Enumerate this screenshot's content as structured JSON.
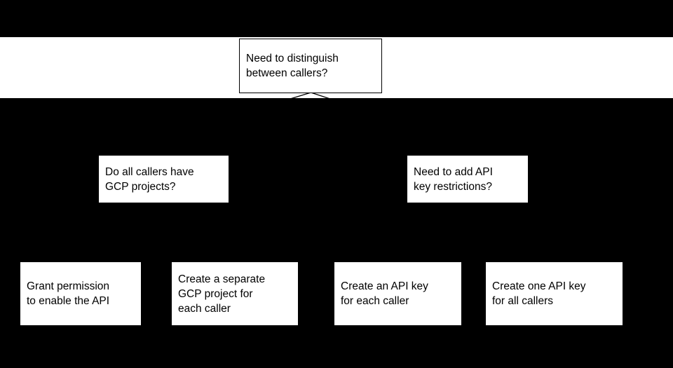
{
  "colors": {
    "page_background": "#000000",
    "band_background": "#ffffff",
    "box_fill": "#ffffff",
    "box_border": "#000000",
    "text": "#000000",
    "connector_line": "#000000"
  },
  "flowchart": {
    "root": {
      "label": "Need to distinguish\nbetween callers?"
    },
    "branches": [
      {
        "label": "Do all callers have\nGCP projects?"
      },
      {
        "label": "Need to add API\nkey restrictions?"
      }
    ],
    "leaves": [
      {
        "label": "Grant permission\nto enable the API"
      },
      {
        "label": "Create a separate\nGCP project for\neach caller"
      },
      {
        "label": "Create an API key\nfor each caller"
      },
      {
        "label": "Create one API key\nfor all callers"
      }
    ]
  }
}
